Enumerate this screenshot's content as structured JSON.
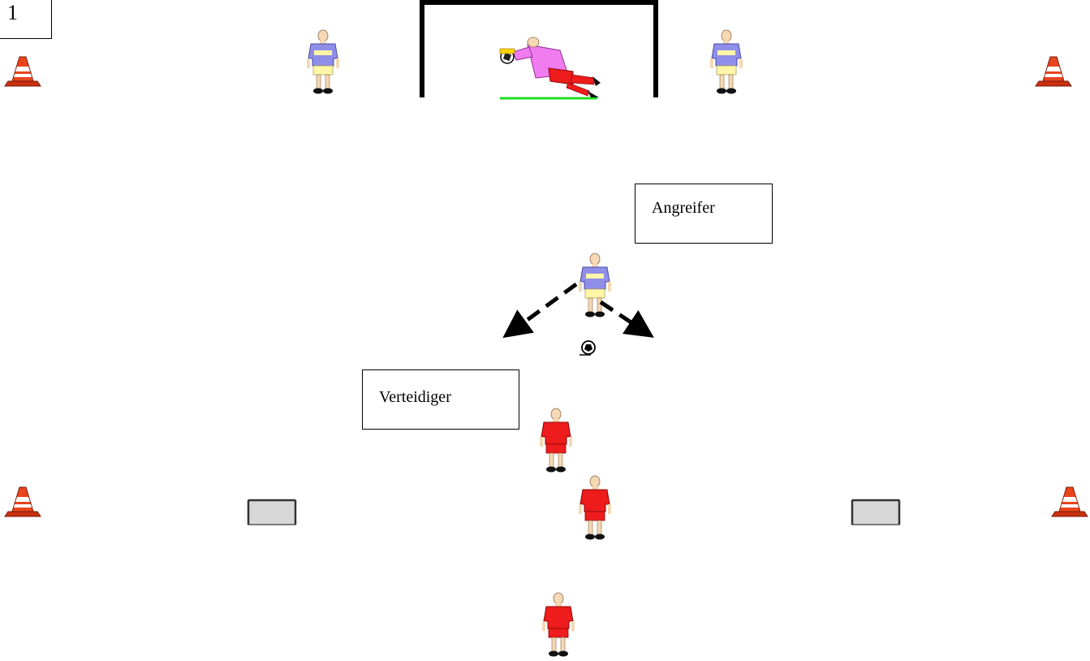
{
  "figure_number": "1",
  "labels": {
    "attacker": "Angreifer",
    "defender": "Verteidiger"
  },
  "colors": {
    "attacker_shirt": "#8f8ee8",
    "attacker_shorts": "#fff6a8",
    "defender_kit": "#ee1c1c",
    "skin": "#f4d9b4",
    "keeper_shirt": "#f07cf0",
    "cone": "#e8451c",
    "goal_line": "#22dd22"
  },
  "icons": [
    "cone-icon",
    "goal-icon",
    "goalkeeper-icon",
    "player-icon",
    "ball-icon",
    "mini-goal-icon",
    "arrow-icon"
  ]
}
